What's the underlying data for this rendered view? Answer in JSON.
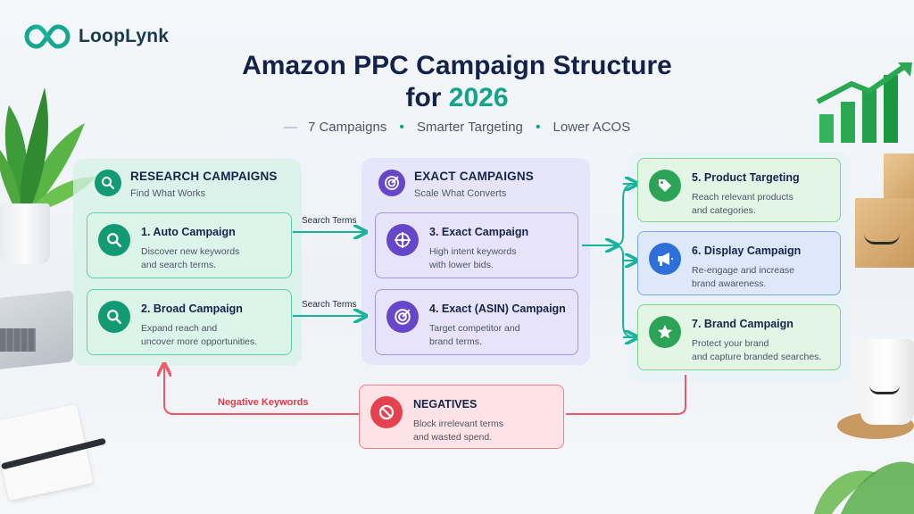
{
  "brand": {
    "name": "LoopLynk"
  },
  "header": {
    "title_line1": "Amazon PPC Campaign Structure",
    "title_line2_prefix": "for ",
    "title_year": "2026",
    "bullets": [
      "7 Campaigns",
      "Smarter Targeting",
      "Lower ACOS"
    ]
  },
  "research": {
    "title": "RESEARCH CAMPAIGNS",
    "subtitle": "Find What Works",
    "cards": [
      {
        "title": "1. Auto Campaign",
        "desc": "Discover new keywords\nand search terms."
      },
      {
        "title": "2. Broad Campaign",
        "desc": "Expand reach and\nuncover more opportunities."
      }
    ]
  },
  "exact": {
    "title": "EXACT CAMPAIGNS",
    "subtitle": "Scale What Converts",
    "cards": [
      {
        "title": "3. Exact Campaign",
        "desc": "High intent keywords\nwith lower bids."
      },
      {
        "title": "4. Exact (ASIN) Campaign",
        "desc": "Target competitor and\nbrand terms."
      }
    ]
  },
  "right": {
    "cards": [
      {
        "title": "5. Product Targeting",
        "desc": "Reach relevant products\nand categories."
      },
      {
        "title": "6. Display Campaign",
        "desc": "Re-engage and increase\nbrand awareness."
      },
      {
        "title": "7. Brand Campaign",
        "desc": "Protect your brand\nand capture branded searches."
      }
    ]
  },
  "negatives": {
    "title": "NEGATIVES",
    "desc": "Block irrelevant terms\nand wasted spend."
  },
  "flows": {
    "search_terms_1": "Search Terms",
    "search_terms_2": "Search Terms",
    "negative_keywords": "Negative Keywords"
  },
  "colors": {
    "accent_teal": "#12a38a",
    "research_green": "#129a72",
    "exact_purple": "#6647c9",
    "negatives_red": "#e5414f",
    "display_blue": "#2f6fda"
  },
  "icons": {
    "logo": "infinity-link-icon",
    "research": "search-icon",
    "exact": "target-icon",
    "exact_campaign": "crosshair-icon",
    "asin": "target-icon",
    "product_targeting": "tag-icon",
    "display": "megaphone-icon",
    "brand": "star-icon",
    "negatives": "block-icon"
  }
}
